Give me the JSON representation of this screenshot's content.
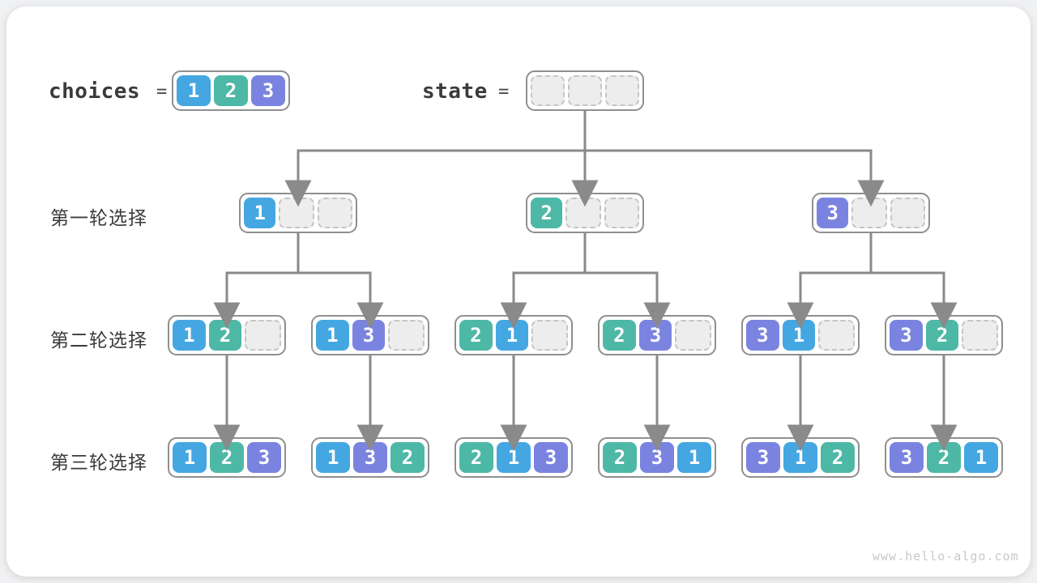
{
  "header": {
    "choices_label": "choices",
    "equals": "=",
    "state_label": "state",
    "choices_values": [
      1,
      2,
      3
    ],
    "state_size": 3
  },
  "rows": [
    {
      "label": "第一轮选择",
      "boxes": [
        [
          1,
          null,
          null
        ],
        [
          2,
          null,
          null
        ],
        [
          3,
          null,
          null
        ]
      ]
    },
    {
      "label": "第二轮选择",
      "boxes": [
        [
          1,
          2,
          null
        ],
        [
          1,
          3,
          null
        ],
        [
          2,
          1,
          null
        ],
        [
          2,
          3,
          null
        ],
        [
          3,
          1,
          null
        ],
        [
          3,
          2,
          null
        ]
      ]
    },
    {
      "label": "第三轮选择",
      "boxes": [
        [
          1,
          2,
          3
        ],
        [
          1,
          3,
          2
        ],
        [
          2,
          1,
          3
        ],
        [
          2,
          3,
          1
        ],
        [
          3,
          1,
          2
        ],
        [
          3,
          2,
          1
        ]
      ]
    }
  ],
  "tree": {
    "root_children": [
      0,
      1,
      2
    ],
    "round1_children": [
      [
        0,
        1
      ],
      [
        2,
        3
      ],
      [
        4,
        5
      ]
    ]
  },
  "colors": {
    "value_1": "#45a7e2",
    "value_2": "#4eb8a6",
    "value_3": "#7a84e0",
    "arrow": "#8a8a8a",
    "box_border": "#8f8f8f",
    "empty_cell_bg": "#ededed",
    "empty_cell_border": "#c5c5c5",
    "label_text": "#3b3b3b",
    "watermark": "#c9c9c9"
  },
  "watermark": "www.hello-algo.com"
}
